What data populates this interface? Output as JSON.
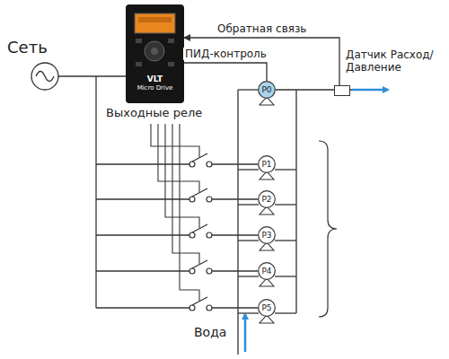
{
  "diagram": {
    "nodes": [
      {
        "text": [
          "VLT",
          "Micro Drive"
        ]
      },
      {
        "text": [
          "Датчик Расход/Давление"
        ]
      },
      {
        "text": [
          "P0"
        ]
      },
      {
        "text": [
          "P1"
        ]
      },
      {
        "text": [
          "P2"
        ]
      },
      {
        "text": [
          "P3"
        ]
      },
      {
        "text": [
          "P4"
        ]
      },
      {
        "text": [
          "P5"
        ]
      }
    ],
    "edges": [
      {
        "from": 1,
        "to": 0,
        "label": "Обратная связь",
        "arrow": "to"
      },
      {
        "from": 0,
        "to": 2,
        "label": "ПИД-контроль",
        "arrow": "none"
      }
    ],
    "labels": [
      "Сеть",
      "Выходные реле",
      "Вода"
    ]
  }
}
